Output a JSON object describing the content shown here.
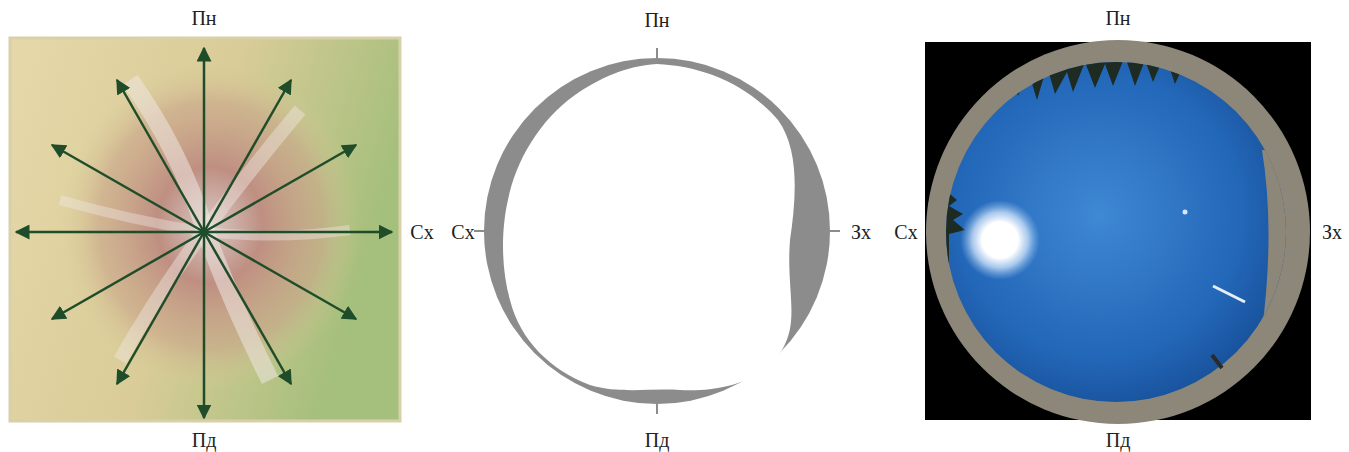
{
  "diagram": {
    "labels": [
      "Пн",
      "Сх",
      "Пд",
      "Пн",
      "Сх",
      "Зх",
      "Пд",
      "Пн",
      "Сх",
      "Зх",
      "Пд"
    ]
  }
}
